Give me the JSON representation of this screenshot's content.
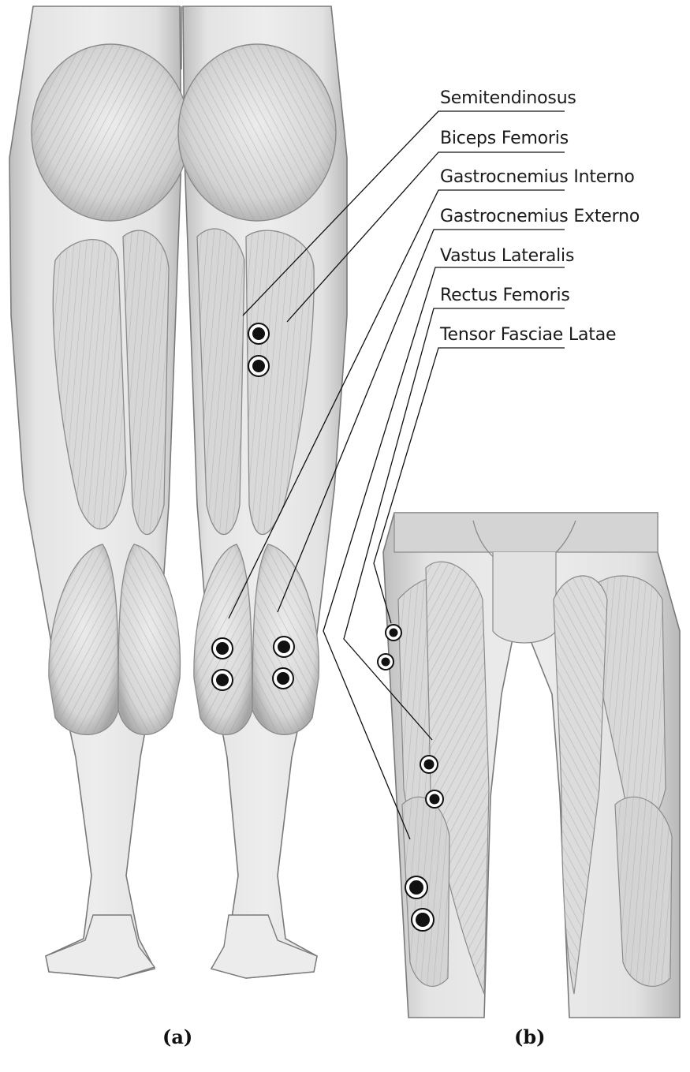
{
  "labels": [
    "Semitendinosus",
    "Biceps Femoris",
    "Gastrocnemius Interno",
    "Gastrocnemius Externo",
    "Vastus Lateralis",
    "Rectus Femoris",
    "Tensor Fasciae Latae"
  ],
  "panels": {
    "a": "(a)",
    "b": "(b)"
  },
  "colors": {
    "skin": "#e6e6e6",
    "muscle": "#d2d2d2",
    "outline": "#7a7a7a",
    "electrode": "#111111"
  }
}
